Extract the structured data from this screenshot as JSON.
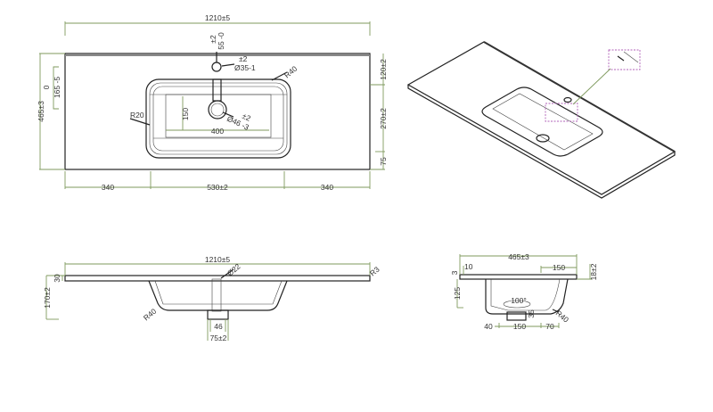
{
  "top_view": {
    "overall_width": "1210±5",
    "tap_offset_tol": "±2",
    "tap_offset": "55 -0",
    "tap_hole_tol": "±2",
    "tap_hole": "Ø35-1",
    "corner_radius_outer": "R40",
    "depth_ref_zero": "0",
    "depth_ref": "165 -5",
    "overall_depth": "465±3",
    "corner_radius_inner": "R20",
    "bowl_inner_depth": "150",
    "drain_tol": "±2",
    "drain": "Ø46 -3",
    "bowl_inner_width": "400",
    "right_top": "120±2",
    "right_mid": "270±2",
    "right_bottom": "75",
    "bottom_left": "340",
    "bottom_mid": "530±2",
    "bottom_right": "340"
  },
  "front_view": {
    "overall_width": "1210±5",
    "overflow": "Ø22",
    "edge_radius": "R3",
    "slab_thickness": "30",
    "total_height": "170±2",
    "bowl_radius": "R40",
    "drain_inner": "46",
    "drain_outer": "75±2"
  },
  "side_view": {
    "overall_depth": "465±3",
    "lip_thickness": "3",
    "front_offset": "10",
    "back_offset": "150",
    "back_height": "18±2",
    "bowl_depth": "125",
    "angle": "100°",
    "drain_height": "35",
    "bowl_radius": "R40",
    "bottom_left": "40",
    "bottom_mid": "150",
    "bottom_right": "70"
  }
}
